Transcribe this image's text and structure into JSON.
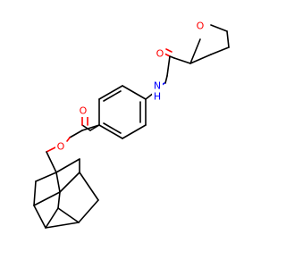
{
  "molecule": {
    "colors": {
      "bond": "#000000",
      "oxygen": "#ff0000",
      "nitrogen": "#0000ff",
      "background": "#ffffff"
    },
    "atom_labels": {
      "carbonyl_o_amide": "O",
      "thf_ring_o": "O",
      "amide_n": "N",
      "amide_h": "H",
      "carbonyl_o_ester": "O",
      "ester_o": "O"
    }
  }
}
